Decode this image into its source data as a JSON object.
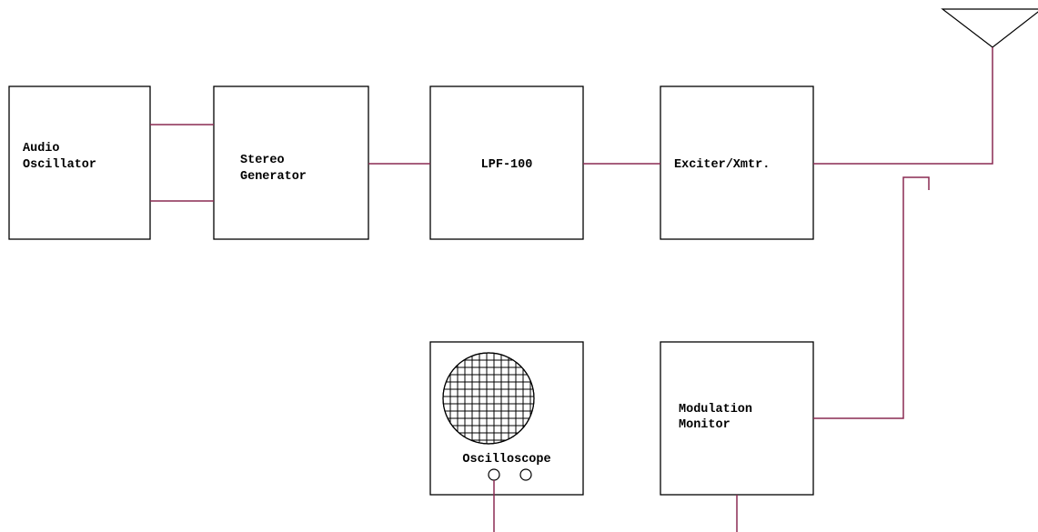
{
  "blocks": {
    "audio_oscillator": {
      "line1": "Audio",
      "line2": "Oscillator"
    },
    "stereo_generator": {
      "line1": "Stereo",
      "line2": "Generator"
    },
    "lpf": {
      "label": "LPF-100"
    },
    "exciter": {
      "label": "Exciter/Xmtr."
    },
    "oscilloscope": {
      "label": "Oscilloscope"
    },
    "modulation_monitor": {
      "line1": "Modulation",
      "line2": "Monitor"
    }
  },
  "colors": {
    "wire": "#8a2a52",
    "outline": "#000000",
    "background": "#ffffff"
  }
}
